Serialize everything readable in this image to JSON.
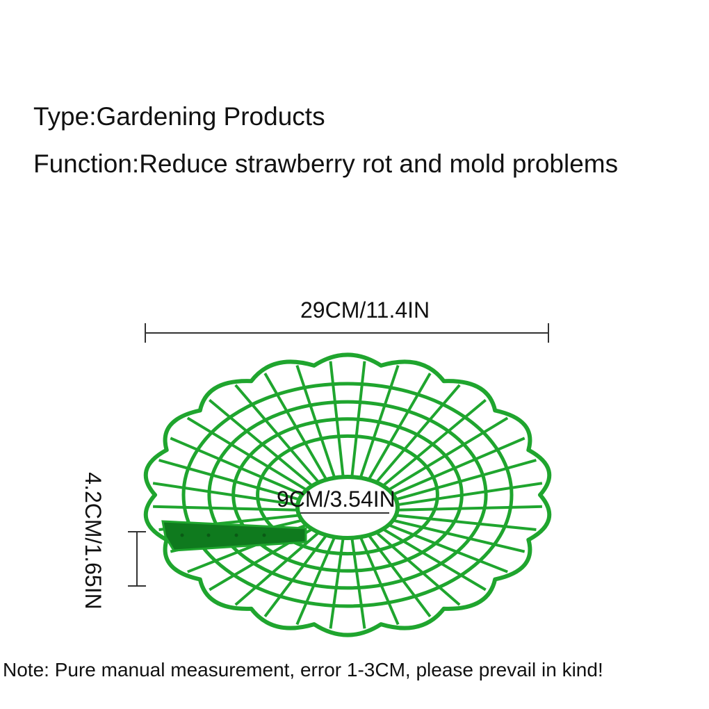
{
  "info": {
    "type_line": "Type:Gardening Products",
    "function_line": "Function:Reduce strawberry rot and mold problems"
  },
  "dimensions": {
    "width": "29CM/11.4IN",
    "inner_diameter": "9CM/3.54IN",
    "height": "4.2CM/1.65IN"
  },
  "note": "Note: Pure manual measurement, error 1-3CM, please prevail in kind!",
  "colors": {
    "product_green": "#1fa52e",
    "product_dark_green": "#0f7a1e",
    "text": "#111111"
  }
}
